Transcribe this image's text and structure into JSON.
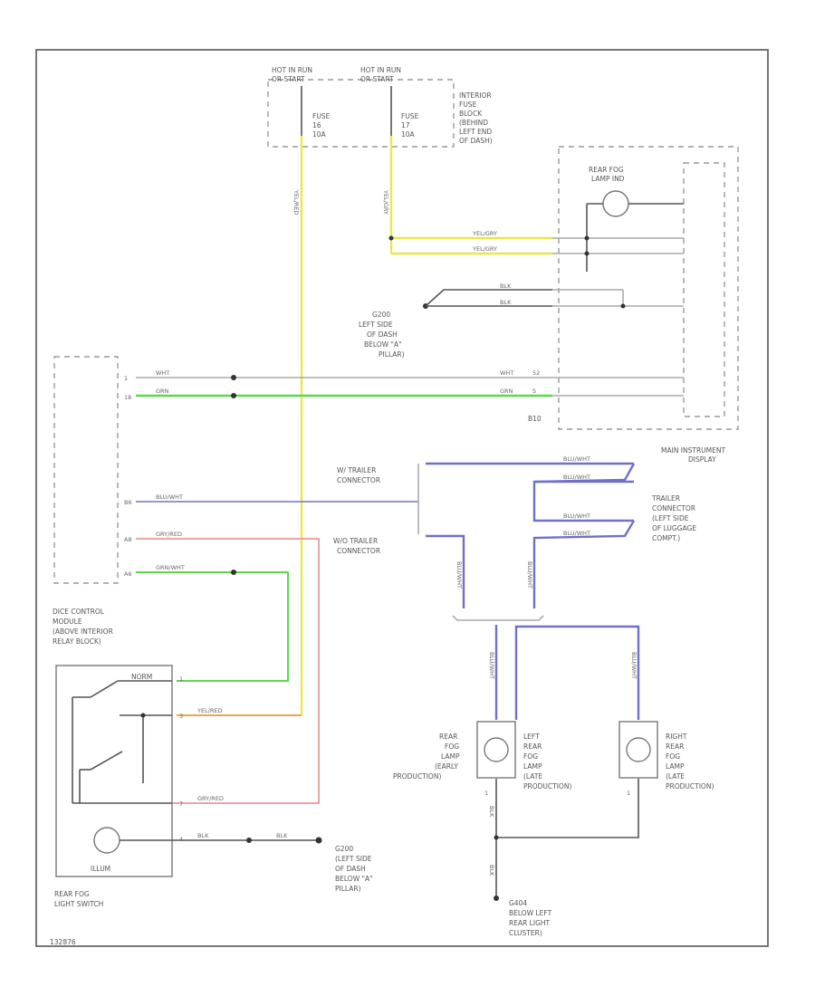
{
  "colors": {
    "yellow": "#e8e84a",
    "green": "#5ed84a",
    "blue": "#7070cc",
    "red": "#e89a9a",
    "orange": "#e8a850",
    "gray": "#aaaaaa",
    "black": "#555555"
  },
  "fuse_block": {
    "hot1": "HOT IN RUN",
    "hot1_sub": "OR START",
    "hot2": "HOT IN RUN",
    "hot2_sub": "OR START",
    "fuse1_name": "FUSE",
    "fuse1_num": "16",
    "fuse1_amp": "10A",
    "fuse2_name": "FUSE",
    "fuse2_num": "17",
    "fuse2_amp": "10A",
    "label": [
      "INTERIOR",
      "FUSE",
      "BLOCK",
      "(BEHIND",
      "LEFT END",
      "OF DASH)"
    ]
  },
  "display": {
    "lamp_label": [
      "REAR FOG",
      "LAMP IND"
    ],
    "label": [
      "MAIN INSTRUMENT",
      "DISPLAY"
    ],
    "connector": "B10",
    "pin_a": "52",
    "pin_b": "5"
  },
  "ground_g200": {
    "label": [
      "G200",
      "LEFT SIDE",
      "OF DASH",
      "BELOW \"A\"",
      "PILLAR)"
    ]
  },
  "ground_g200b": {
    "label": [
      "G200",
      "(LEFT SIDE",
      "OF DASH",
      "BELOW \"A\"",
      "PILLAR)"
    ]
  },
  "ground_g404": {
    "label": [
      "G404",
      "BELOW LEFT",
      "REAR LIGHT",
      "CLUSTER)"
    ]
  },
  "module": {
    "label": [
      "DICE CONTROL",
      "MODULE",
      "(ABOVE INTERIOR",
      "RELAY BLOCK)"
    ],
    "pins": [
      "1",
      "18",
      "B6",
      "A8",
      "A6"
    ]
  },
  "wires": {
    "yel": "YEL/GRY",
    "yel2": "YEL/GRY",
    "yel_vert": "YEL/RED",
    "yel_vert2": "YEL/GRY",
    "blk": "BLK",
    "blk2": "BLK",
    "wht": "WHT",
    "wht2": "WHT",
    "grn": "GRN",
    "grn2": "GRN",
    "blu_wht": "BLU/WHT",
    "gry_red": "GRY/RED",
    "grn_wht": "GRN/WHT",
    "yel_red": "YEL/RED",
    "gry_red2": "GRY/RED",
    "blk_b": "BLK",
    "blk_c": "BLK",
    "tr1": "BLU/WHT",
    "tr2": "BLU/WHT",
    "tr3": "BLU/WHT",
    "tr4": "BLU/WHT",
    "tv1": "BLU/WHT",
    "tv2": "BLU/WHT",
    "tv3": "BLU/WHT",
    "tv4": "BLU/WHT"
  },
  "trailer": {
    "c7": [
      "W/ TRAILER",
      "CONNECTOR"
    ],
    "c13": [
      "W/O TRAILER",
      "CONNECTOR"
    ],
    "connector_label": [
      "TRAILER",
      "CONNECTOR",
      "(LEFT SIDE",
      "OF LUGGAGE",
      "COMPT.)"
    ]
  },
  "switch": {
    "pins": [
      "1",
      "3",
      "7",
      "4"
    ],
    "illum": "ILLUM",
    "label": [
      "REAR FOG",
      "LIGHT SWITCH"
    ],
    "pos1": "NORM"
  },
  "lamps": {
    "left_early": [
      "REAR",
      "FOG",
      "LAMP",
      "(EARLY",
      "PRODUCTION)"
    ],
    "left_late": [
      "LEFT",
      "REAR",
      "FOG",
      "LAMP",
      "(LATE",
      "PRODUCTION)"
    ],
    "right": [
      "RIGHT",
      "REAR",
      "FOG",
      "LAMP",
      "(LATE",
      "PRODUCTION)"
    ],
    "pin_left": "1",
    "pin_right": "1"
  },
  "footer": {
    "code": "132876"
  }
}
